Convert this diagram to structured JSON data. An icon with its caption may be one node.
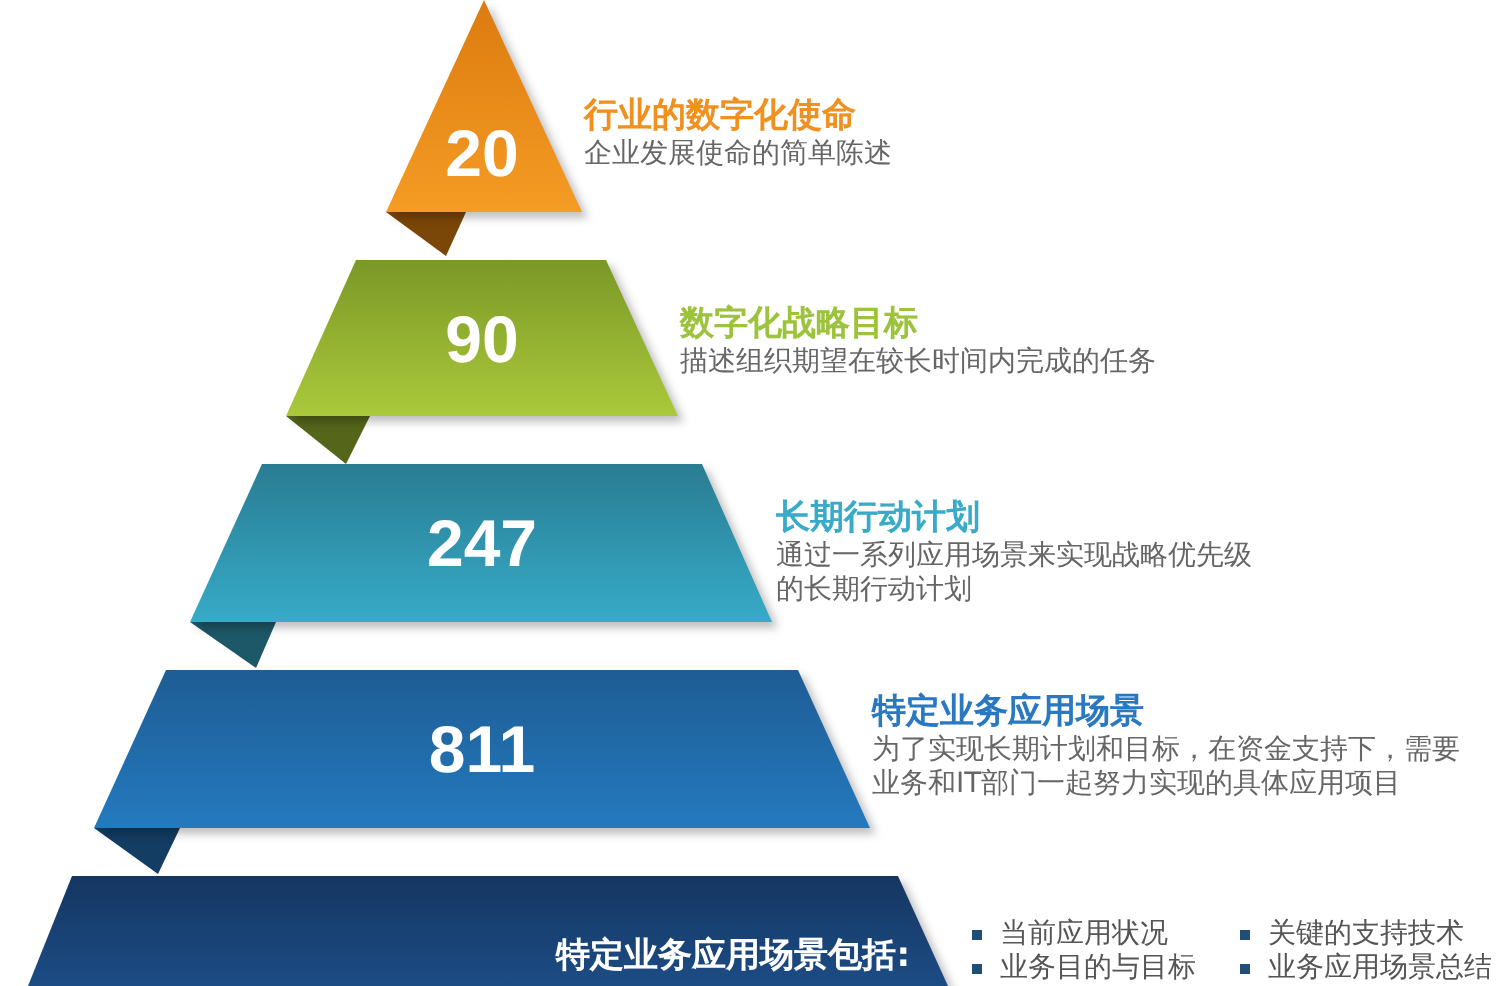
{
  "diagram": {
    "nodes": [
      {
        "text": [
          "20"
        ],
        "beside": [
          "行业的数字化使命",
          "企业发展使命的简单陈述"
        ]
      },
      {
        "text": [
          "90"
        ],
        "beside": [
          "数字化战略目标",
          "描述组织期望在较长时间内完成的任务"
        ]
      },
      {
        "text": [
          "247"
        ],
        "beside": [
          "长期行动计划",
          "通过一系列应用场景来实现战略优先级的长期行动计划"
        ]
      },
      {
        "text": [
          "811"
        ],
        "beside": [
          "特定业务应用场景",
          "为了实现长期计划和目标，在资金支持下，需要业务和IT部门一起努力实现的具体应用项目"
        ]
      },
      {
        "text": [
          "特定业务应用场景包括:"
        ],
        "beside": [
          "当前应用状况",
          "业务目的与目标",
          "关键的支持技术",
          "业务应用场景总结"
        ]
      }
    ]
  }
}
